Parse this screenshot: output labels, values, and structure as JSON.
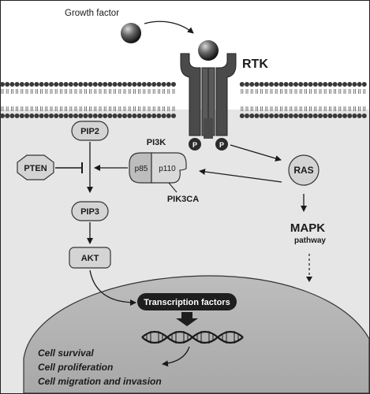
{
  "labels": {
    "growth_factor": "Growth factor",
    "rtk": "RTK",
    "phospho": "P",
    "pi3k": "PI3K",
    "p85": "p85",
    "p110": "p110",
    "pik3ca": "PIK3CA",
    "pip2": "PIP2",
    "pten": "PTEN",
    "pip3": "PIP3",
    "akt": "AKT",
    "ras": "RAS",
    "mapk": "MAPK",
    "pathway": "pathway",
    "transcription_factors": "Transcription factors",
    "outcomes": [
      "Cell survival",
      "Cell proliferation",
      "Cell migration and invasion"
    ]
  }
}
